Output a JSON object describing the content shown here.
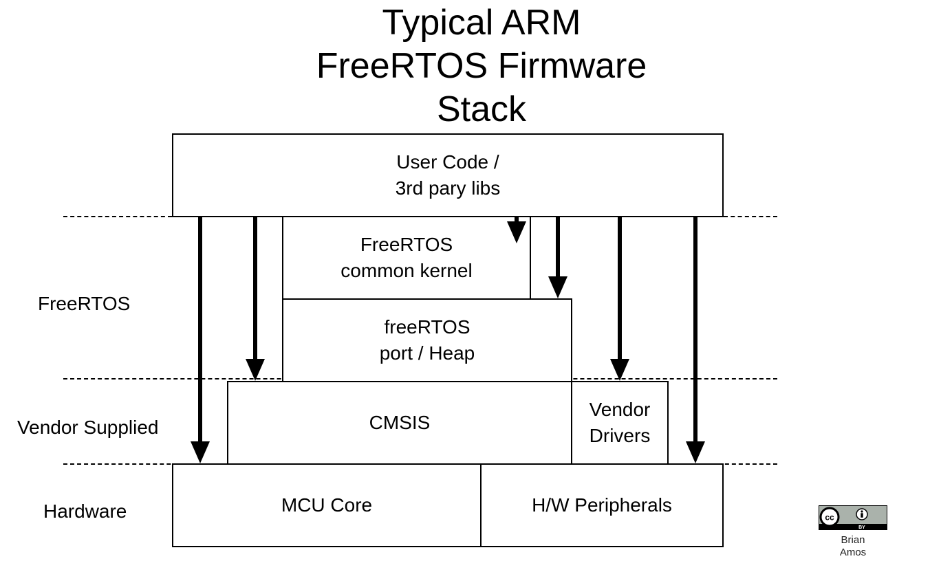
{
  "title": {
    "line1": "Typical ARM",
    "line2": "FreeRTOS Firmware",
    "line3": "Stack"
  },
  "boxes": {
    "user_code": {
      "line1": "User Code /",
      "line2": "3rd pary libs"
    },
    "kernel": {
      "line1": "FreeRTOS",
      "line2": "common kernel"
    },
    "port": {
      "line1": "freeRTOS",
      "line2": "port / Heap"
    },
    "cmsis": {
      "line1": "CMSIS"
    },
    "vendor_drivers": {
      "line1": "Vendor",
      "line2": "Drivers"
    },
    "mcu_core": {
      "line1": "MCU Core"
    },
    "peripherals": {
      "line1": "H/W Peripherals"
    }
  },
  "layers": {
    "freertos": "FreeRTOS",
    "vendor": "Vendor Supplied",
    "hardware": "Hardware"
  },
  "license": {
    "badge_text": "BY",
    "author_line1": "Brian",
    "author_line2": "Amos"
  }
}
